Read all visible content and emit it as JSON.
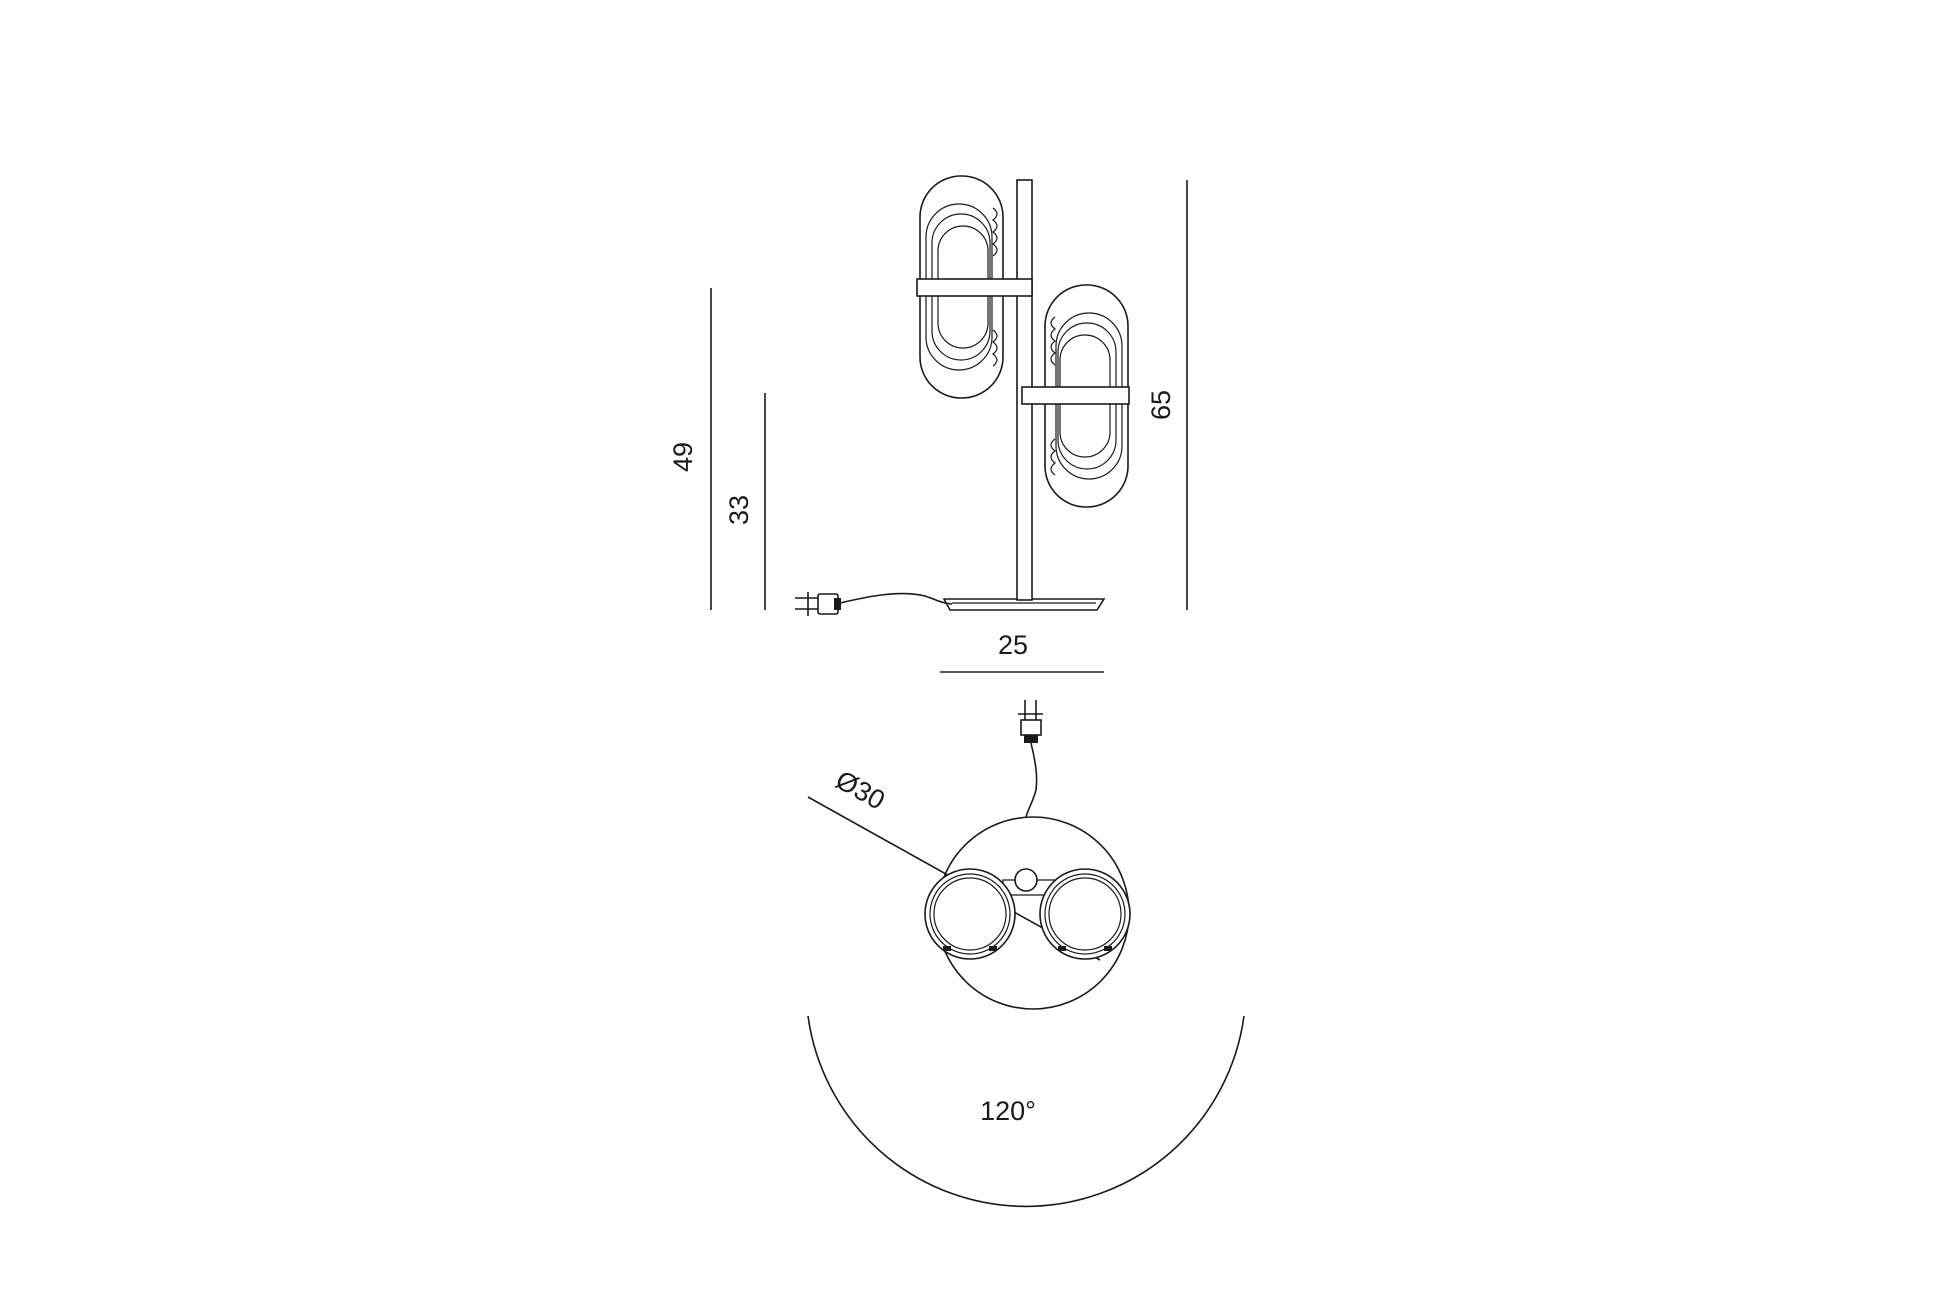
{
  "dimensions": {
    "height_total": "65",
    "height_upper_shade": "49",
    "height_lower_shade": "33",
    "base_width": "25",
    "base_diameter": "Ø30",
    "rotation_angle": "120°"
  },
  "colors": {
    "line": "#1a1a1a",
    "background": "#ffffff"
  }
}
